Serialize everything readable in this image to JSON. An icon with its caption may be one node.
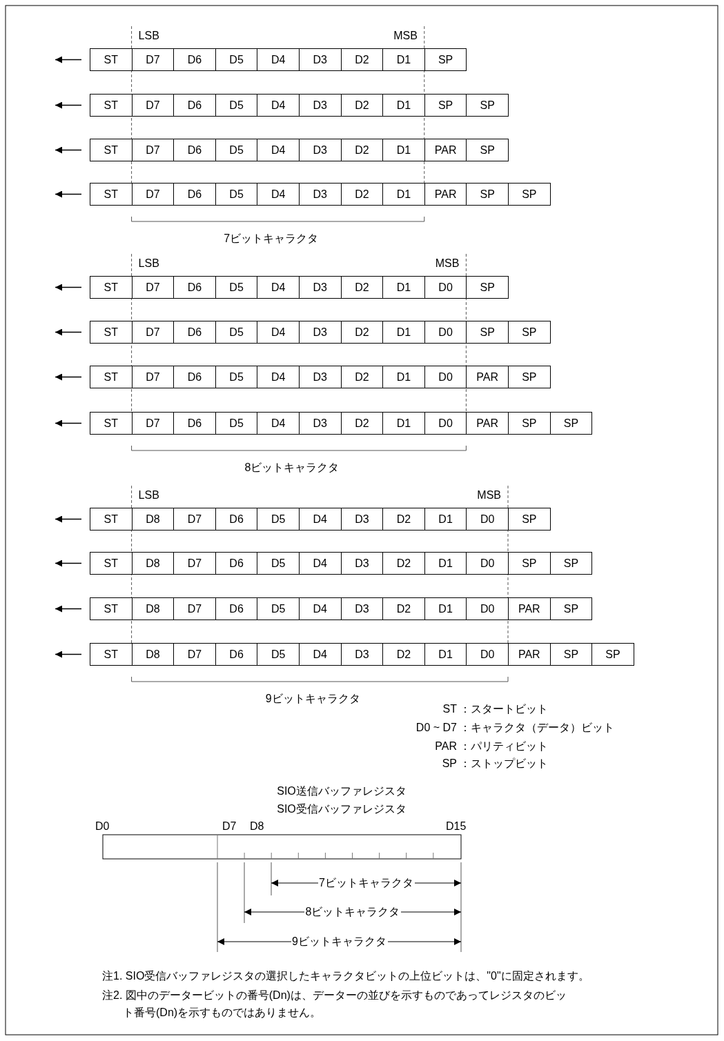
{
  "diagram": {
    "labels": [
      "LSB",
      "MSB",
      "ST",
      "D7",
      "D6",
      "D5",
      "D4",
      "D3",
      "D2",
      "D1",
      "SP",
      "ST",
      "D7",
      "D6",
      "D5",
      "D4",
      "D3",
      "D2",
      "D1",
      "SP",
      "SP",
      "ST",
      "D7",
      "D6",
      "D5",
      "D4",
      "D3",
      "D2",
      "D1",
      "PAR",
      "SP",
      "ST",
      "D7",
      "D6",
      "D5",
      "D4",
      "D3",
      "D2",
      "D1",
      "PAR",
      "SP",
      "SP",
      "7ビットキャラクタ",
      "LSB",
      "MSB",
      "ST",
      "D7",
      "D6",
      "D5",
      "D4",
      "D3",
      "D2",
      "D1",
      "D0",
      "SP",
      "ST",
      "D7",
      "D6",
      "D5",
      "D4",
      "D3",
      "D2",
      "D1",
      "D0",
      "SP",
      "SP",
      "ST",
      "D7",
      "D6",
      "D5",
      "D4",
      "D3",
      "D2",
      "D1",
      "D0",
      "PAR",
      "SP",
      "ST",
      "D7",
      "D6",
      "D5",
      "D4",
      "D3",
      "D2",
      "D1",
      "D0",
      "PAR",
      "SP",
      "SP",
      "8ビットキャラクタ",
      "LSB",
      "MSB",
      "ST",
      "D8",
      "D7",
      "D6",
      "D5",
      "D4",
      "D3",
      "D2",
      "D1",
      "D0",
      "SP",
      "ST",
      "D8",
      "D7",
      "D6",
      "D5",
      "D4",
      "D3",
      "D2",
      "D1",
      "D0",
      "SP",
      "SP",
      "ST",
      "D8",
      "D7",
      "D6",
      "D5",
      "D4",
      "D3",
      "D2",
      "D1",
      "D0",
      "PAR",
      "SP",
      "ST",
      "D8",
      "D7",
      "D6",
      "D5",
      "D4",
      "D3",
      "D2",
      "D1",
      "D0",
      "PAR",
      "SP",
      "SP",
      "9ビットキャラクタ",
      "ST",
      "：スタートビット",
      "D0 ~ D7",
      "：キャラクタ（データ）ビット",
      "PAR",
      "：パリティビット",
      "SP",
      "：ストップビット",
      "SIO送信バッファレジスタ",
      "SIO受信バッファレジスタ",
      "D0",
      "D7",
      "D8",
      "D15",
      "7ビットキャラクタ",
      "8ビットキャラクタ",
      "9ビットキャラクタ",
      "注1. SIO受信バッファレジスタの選択したキャラクタビットの上位ビットは、\"0\"に固定されます。",
      "注2. 図中のデータービットの番号(Dn)は、データーの並びを示すものであってレジスタのビット番号(Dn)を示すものではありません。"
    ]
  }
}
